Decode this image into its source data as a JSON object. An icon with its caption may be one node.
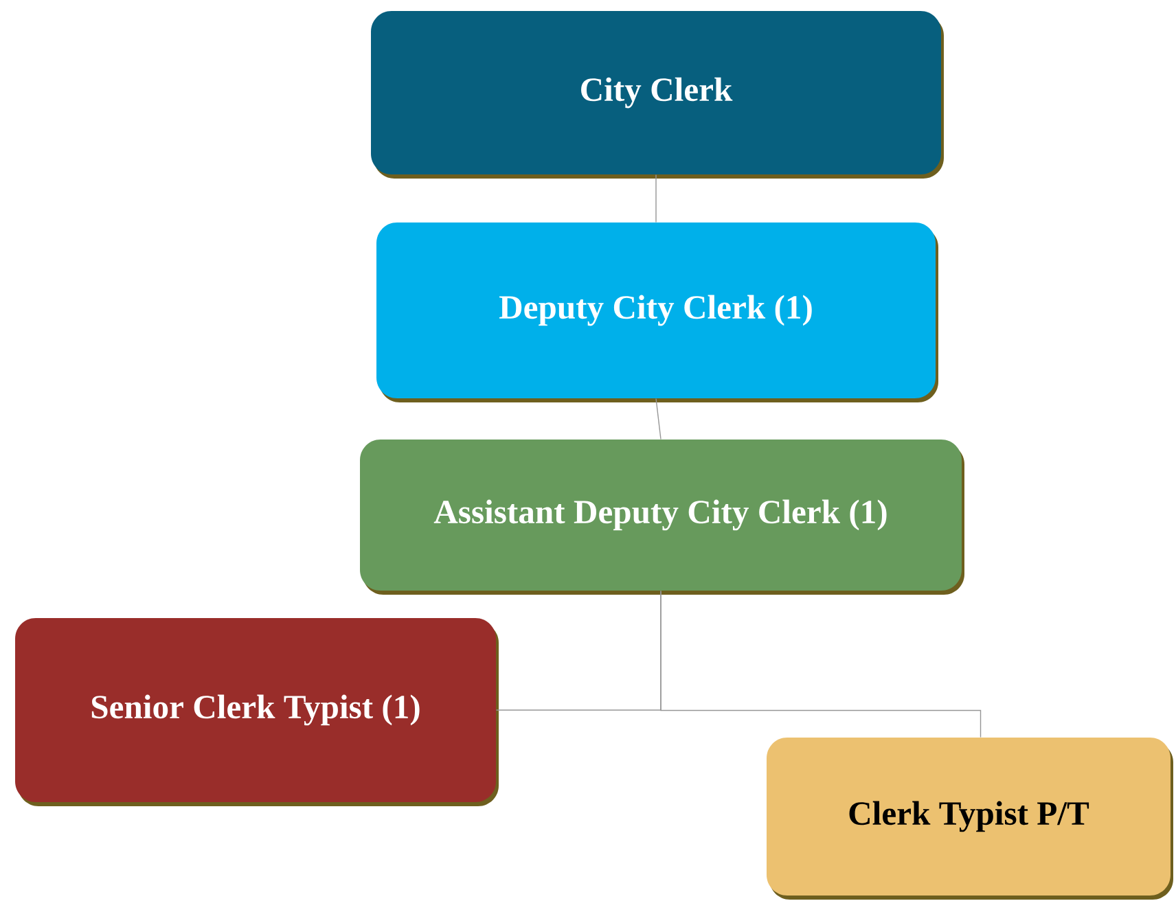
{
  "diagram": {
    "nodes": [
      {
        "text": [
          "City Clerk"
        ]
      },
      {
        "text": [
          "Deputy City Clerk (1)"
        ]
      },
      {
        "text": [
          "Assistant Deputy City Clerk (1)"
        ]
      },
      {
        "text": [
          "Senior Clerk Typist (1)"
        ]
      },
      {
        "text": [
          "Clerk Typist P/T"
        ]
      }
    ],
    "edges": [
      {
        "from": 0,
        "to": 1,
        "arrow": "none"
      },
      {
        "from": 1,
        "to": 2,
        "arrow": "none"
      },
      {
        "from": 2,
        "to": 3,
        "arrow": "none"
      },
      {
        "from": 2,
        "to": 4,
        "arrow": "none"
      }
    ]
  }
}
